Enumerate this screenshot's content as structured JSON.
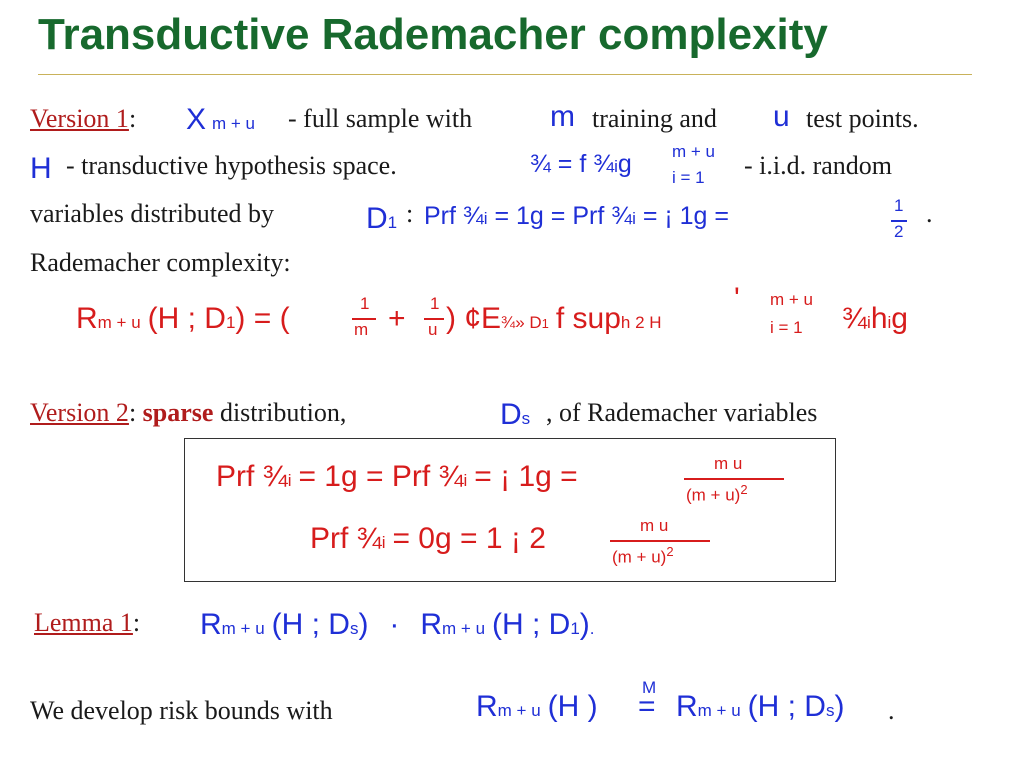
{
  "title": "Transductive Rademacher complexity",
  "colors": {
    "title": "#17692d",
    "underline_label": "#b01c1c",
    "math_blue": "#1f2fd6",
    "math_red": "#d71c1c"
  },
  "line1": {
    "label": "Version 1",
    "colon": ":",
    "X": "X",
    "X_sub": "m + u",
    "t1": "- full sample with",
    "m": "m",
    "t2": "training and",
    "u": "u",
    "t3": "test points."
  },
  "line2": {
    "H": "H",
    "t1": "- transductive hypothesis space.",
    "sigma_expr": "¾ = f ¾",
    "sigma_sub": "i",
    "g": "g",
    "sup": "m + u",
    "sub": "i = 1",
    "t2": "- i.i.d. random"
  },
  "line3": {
    "t1": "variables distributed by",
    "D": "D",
    "D_sub": "1",
    "colon": ":",
    "expr1": "Prf ¾",
    "i1": "i",
    "expr2": "= 1g = Prf ¾",
    "i2": "i",
    "expr3": "= ¡ 1g =",
    "num": "1",
    "den": "2",
    "end": "."
  },
  "line4": {
    "t1": "Rademacher complexity:"
  },
  "formula1": {
    "R": "R",
    "R_sub": "m + u",
    "args": "(H ; D",
    "args_sub": "1",
    "mid": ") = (",
    "f1_num": "1",
    "f1_den": "m",
    "plus": "+",
    "f2_num": "1",
    "f2_den": "u",
    "close": ") ¢E",
    "E_sub": "¾» D",
    "E_sub2": "1",
    "sup_text": "f sup",
    "sup_sub": "h 2 H",
    "sum_sym": "'",
    "sum_top": "m + u",
    "sum_bot": "i = 1",
    "sigma": "¾",
    "sigma_i": "i",
    "h": "h",
    "h_i": "i",
    "end": "g"
  },
  "line5": {
    "label": "Version 2",
    "colon": ":",
    "sparse": "sparse",
    "t1": "distribution,",
    "D": "D",
    "D_sub": "s",
    "t2": ", of Rademacher variables"
  },
  "box": {
    "row1": {
      "expr1": "Prf ¾",
      "i1": "i",
      "expr2": "= 1g = Prf ¾",
      "i2": "i",
      "expr3": "= ¡ 1g =",
      "num": "m u",
      "den": "(m + u)",
      "den_sup": "2"
    },
    "row2": {
      "expr1": "Prf ¾",
      "i1": "i",
      "expr2": "= 0g = 1 ¡ 2",
      "num": "m u",
      "den": "(m + u)",
      "den_sup": "2"
    }
  },
  "lemma": {
    "label": "Lemma 1",
    "colon": ":",
    "R1": "R",
    "R1_sub": "m + u",
    "R1_args": "(H ; D",
    "R1_argsub": "s",
    "R1_close": ")",
    "rel": "·",
    "R2": "R",
    "R2_sub": "m + u",
    "R2_args": "(H ; D",
    "R2_argsub": "1",
    "R2_close": ")",
    "end": "."
  },
  "last": {
    "t1": "We develop risk bounds with",
    "R1": "R",
    "R1_sub": "m + u",
    "R1_args": "(H )",
    "M": "M",
    "eq": "=",
    "R2": "R",
    "R2_sub": "m + u",
    "R2_args": "(H ; D",
    "R2_argsub": "s",
    "R2_close": ")",
    "end": "."
  }
}
